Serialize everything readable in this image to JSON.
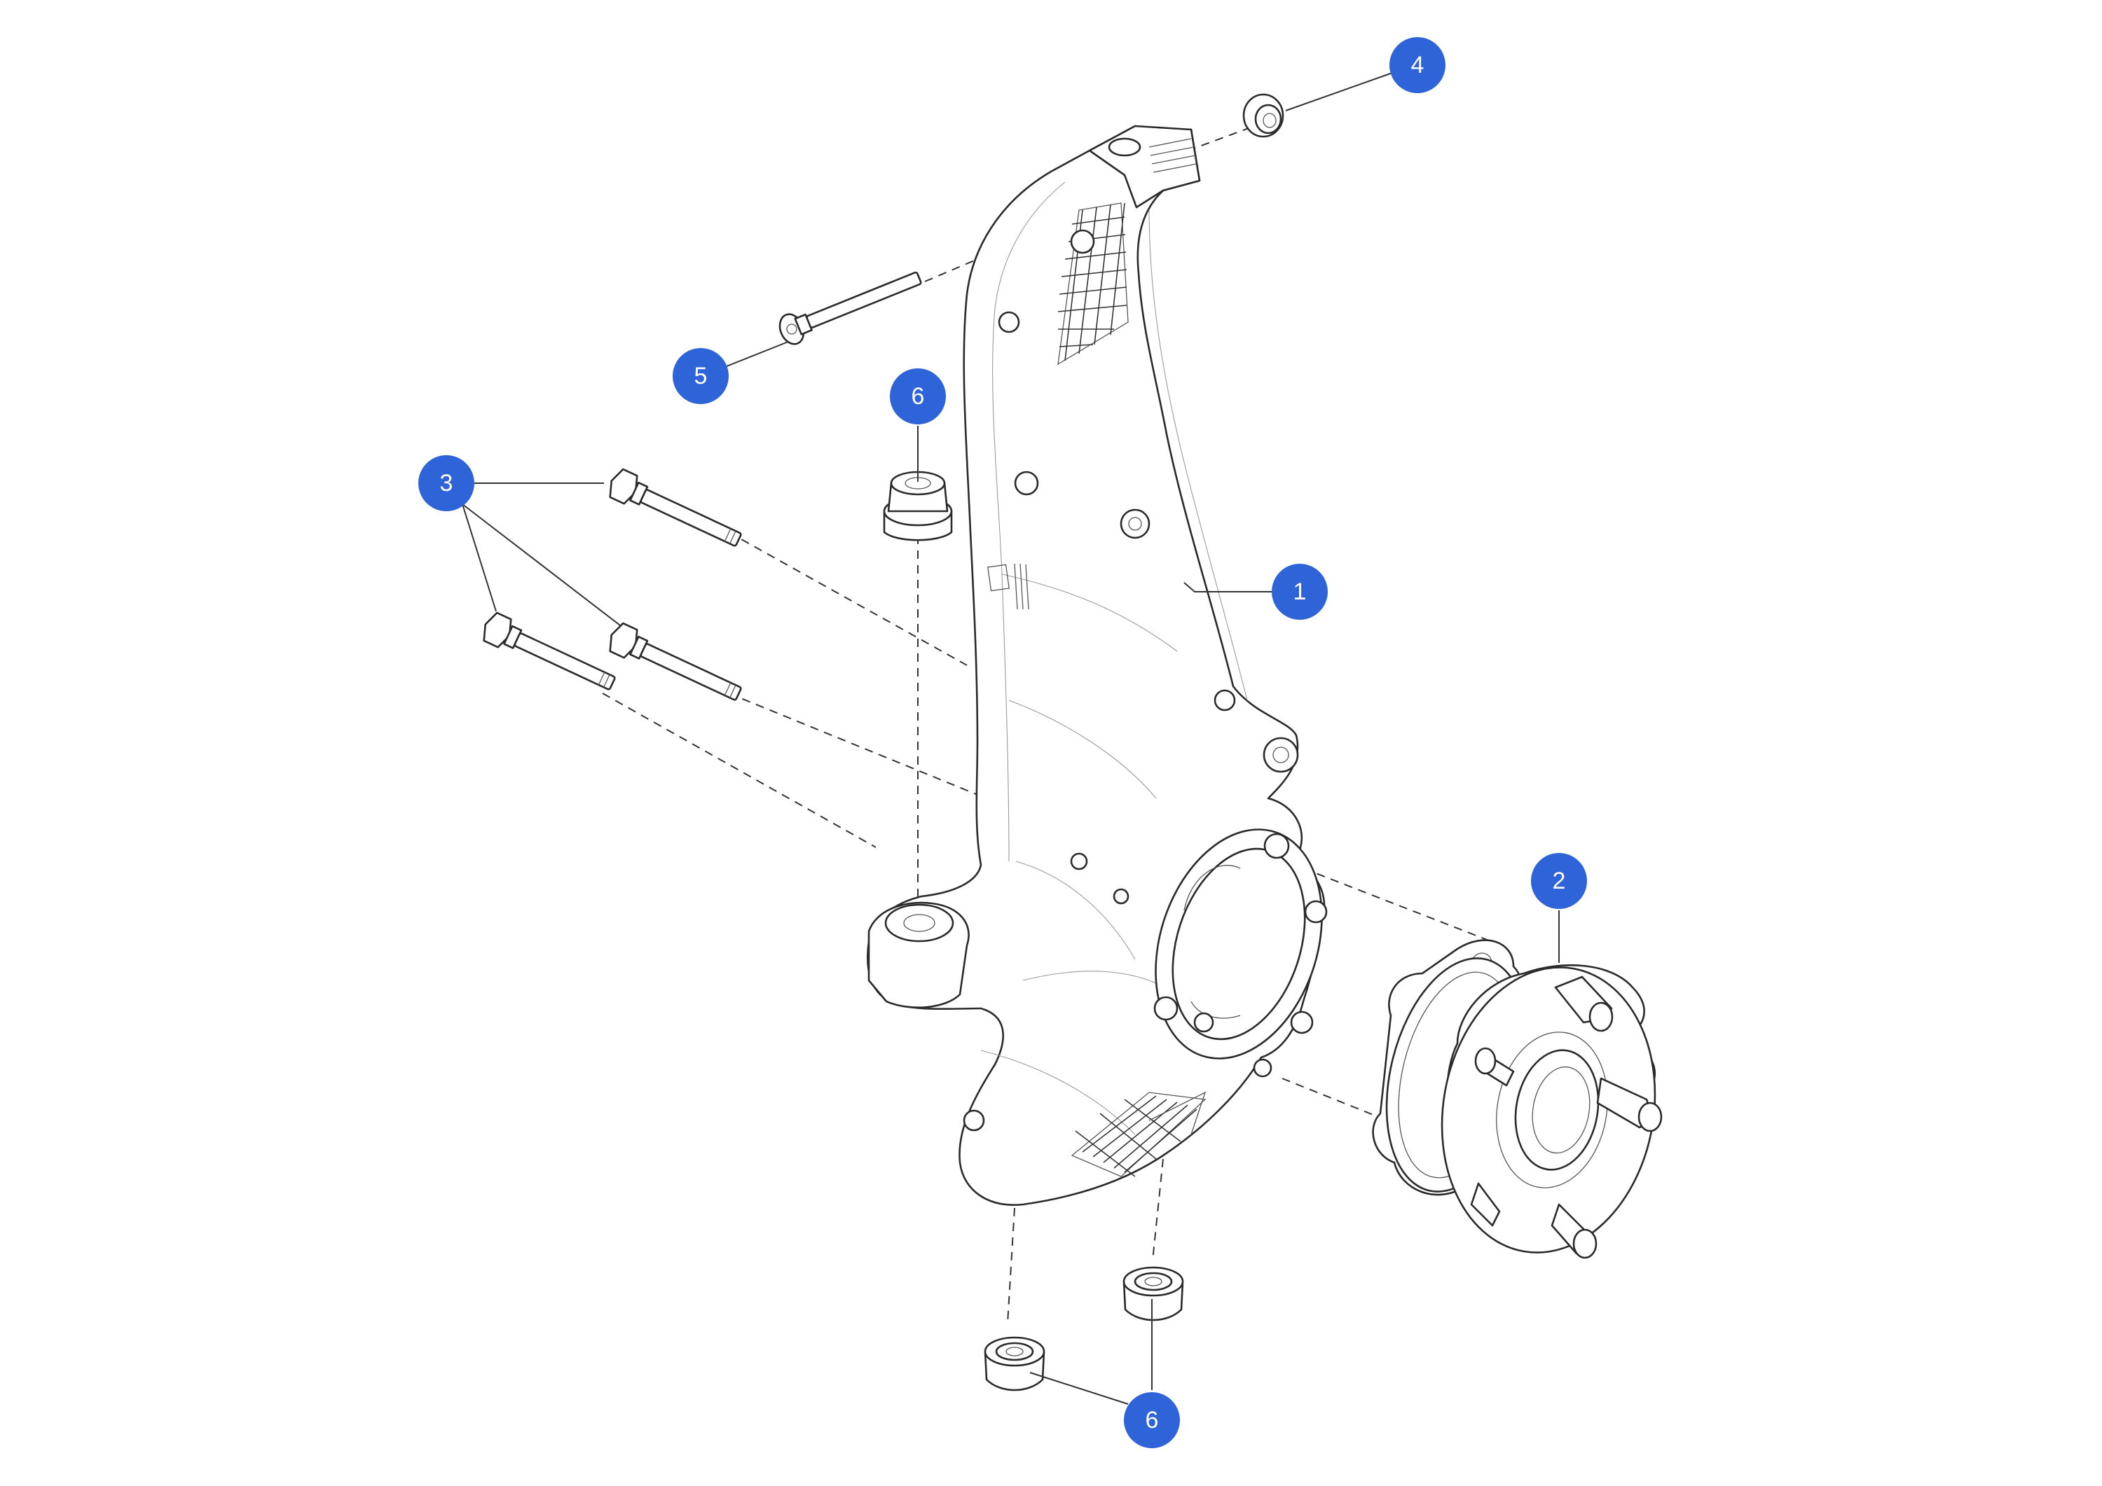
{
  "callouts": [
    {
      "id": "c4",
      "label": "4"
    },
    {
      "id": "c5",
      "label": "5"
    },
    {
      "id": "c6a",
      "label": "6"
    },
    {
      "id": "c3",
      "label": "3"
    },
    {
      "id": "c1",
      "label": "1"
    },
    {
      "id": "c2",
      "label": "2"
    },
    {
      "id": "c6b",
      "label": "6"
    }
  ],
  "colors": {
    "callout_fill": "#2f63d8",
    "callout_text": "#ffffff",
    "line": "#2a2a2a"
  },
  "icons": [
    "flange-nut-icon",
    "bolt-icon",
    "lock-nut-icon",
    "steering-knuckle-icon",
    "wheel-hub-icon"
  ]
}
